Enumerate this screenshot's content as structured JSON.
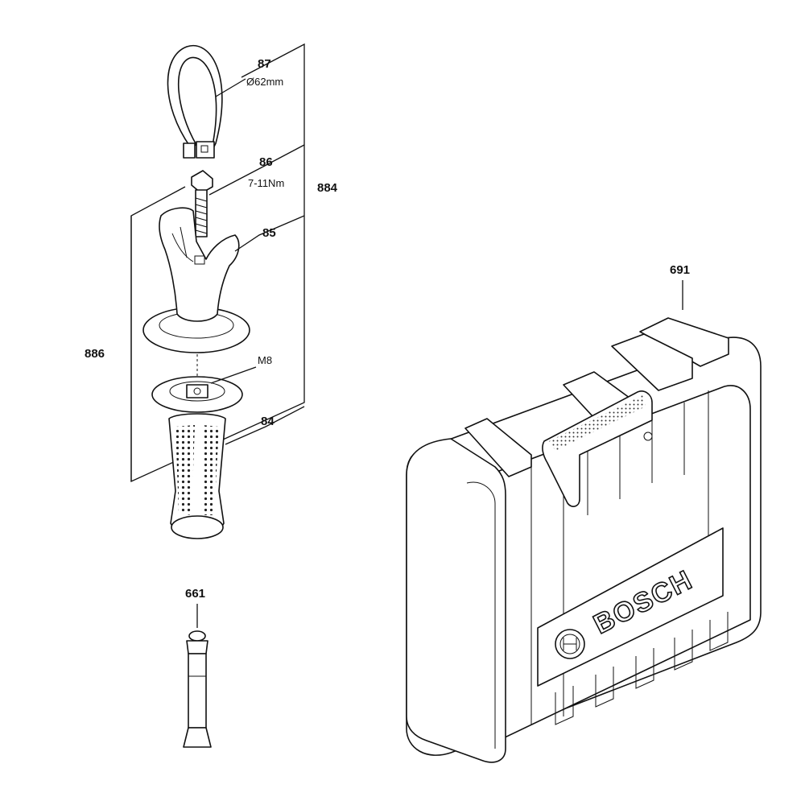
{
  "labels": {
    "p87": "87",
    "p87_spec": "Ø62mm",
    "p86": "86",
    "p86_spec": "7-11Nm",
    "p884": "884",
    "p85": "85",
    "p886": "886",
    "thread": "M8",
    "p84": "84",
    "p661": "661",
    "p691": "691"
  },
  "logo_text": "BOSCH"
}
